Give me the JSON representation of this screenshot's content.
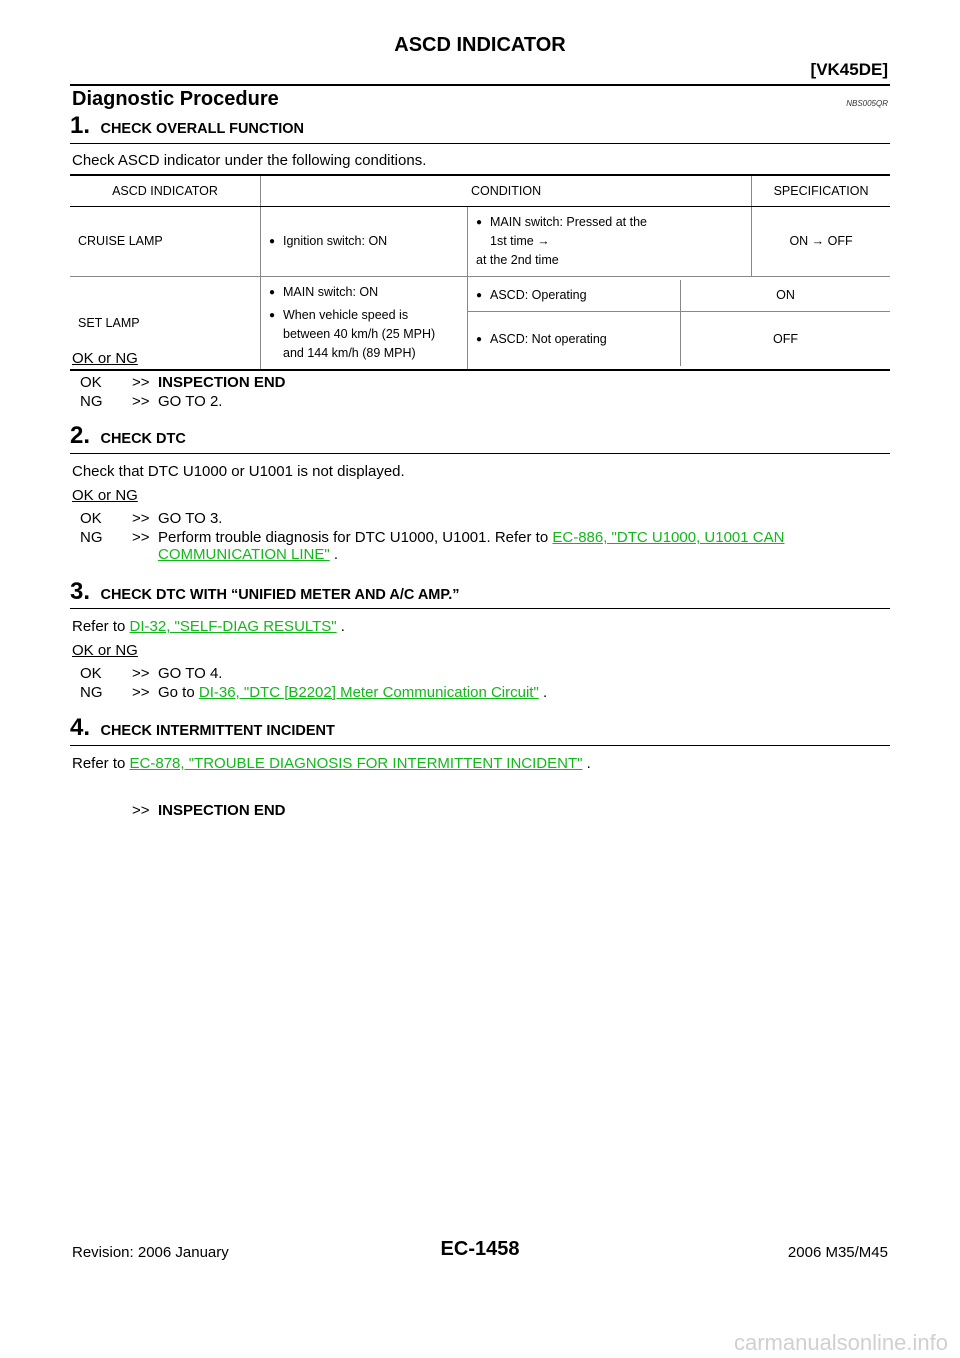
{
  "header": {
    "title": "ASCD INDICATOR",
    "model": "[VK45DE]"
  },
  "section": {
    "title": "Diagnostic Procedure",
    "code": "NBS005QR"
  },
  "step1": {
    "num": "1.",
    "heading": "CHECK OVERALL FUNCTION",
    "intro": "Check ASCD indicator under the following conditions.",
    "table": {
      "headers": [
        "ASCD INDICATOR",
        "CONDITION",
        "SPECIFICATION"
      ],
      "cruise_lamp": "CRUISE LAMP",
      "cruise_cond1": "Ignition switch: ON",
      "cruise_cond2a": "MAIN switch: Pressed at the",
      "cruise_cond2b": "1st time →",
      "cruise_cond2c": "at the 2nd time",
      "cruise_spec": "ON → OFF",
      "set_lamp": "SET LAMP",
      "set_cond1": "MAIN switch: ON",
      "set_cond2a": "When vehicle speed is",
      "set_cond2b": "between 40 km/h (25 MPH)",
      "set_cond2c": "and 144 km/h (89 MPH)",
      "set_op": "ASCD: Operating",
      "set_op_spec": "ON",
      "set_notop": "ASCD: Not operating",
      "set_notop_spec": "OFF"
    },
    "oklabel": "OK or NG",
    "ok_key": "OK",
    "ok_arrow": ">>",
    "ok_text": "INSPECTION END",
    "ng_key": "NG",
    "ng_arrow": ">>",
    "ng_text": "GO TO 2."
  },
  "step2": {
    "num": "2.",
    "heading": "CHECK DTC",
    "intro": "Check that DTC U1000 or U1001 is not displayed.",
    "oklabel": "OK or NG",
    "ok_key": "OK",
    "ok_arrow": ">>",
    "ok_text": "GO TO 3.",
    "ng_key": "NG",
    "ng_arrow": ">>",
    "ng_text": "Perform trouble diagnosis for DTC U1000, U1001. Refer to ",
    "ng_link1": "EC-886, \"DTC U1000, U1001 CAN",
    "ng_link2": "COMMUNICATION LINE\"",
    "ng_end": " ."
  },
  "step3": {
    "num": "3.",
    "heading": "CHECK DTC WITH “UNIFIED METER AND A/C AMP.”",
    "intro_pre": "Refer to ",
    "intro_link": "DI-32, \"SELF-DIAG RESULTS\"",
    "intro_end": " .",
    "oklabel": "OK or NG",
    "ok_key": "OK",
    "ok_arrow": ">>",
    "ok_text": "GO TO 4.",
    "ng_key": "NG",
    "ng_arrow": ">>",
    "ng_text": "Go to ",
    "ng_link": "DI-36, \"DTC [B2202] Meter Communication Circuit\"",
    "ng_end": " ."
  },
  "step4": {
    "num": "4.",
    "heading": "CHECK INTERMITTENT INCIDENT",
    "intro_pre": "Refer to ",
    "intro_link": "EC-878, \"TROUBLE DIAGNOSIS FOR INTERMITTENT INCIDENT\"",
    "intro_end": " .",
    "end_arrow": ">>",
    "end_text": "INSPECTION END"
  },
  "footer": {
    "revision": "Revision: 2006 January",
    "page": "EC-1458",
    "model": "2006 M35/M45",
    "watermark": "carmanualsonline.info"
  }
}
